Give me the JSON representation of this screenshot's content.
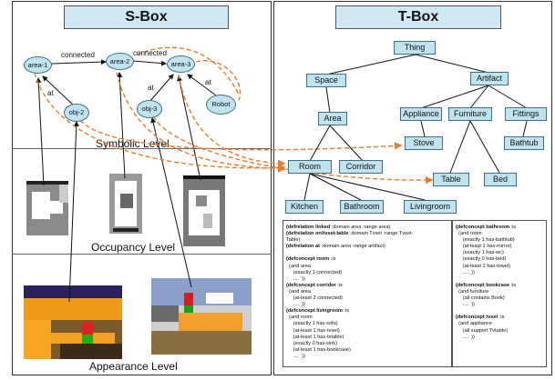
{
  "sbox": {
    "title": "S-Box",
    "levels": {
      "symbolic": "Symbolic Level",
      "occupancy": "Occupancy Level",
      "appearance": "Appearance Level"
    },
    "nodes": {
      "area1": "area-1",
      "area2": "area-2",
      "area3": "area-3",
      "obj2": "obj-2",
      "obj3": "obj-3",
      "robot": "Robot"
    },
    "edges": {
      "connected1": "connected",
      "connected2": "connected",
      "at1": "at",
      "at2": "at",
      "at3": "at"
    }
  },
  "tbox": {
    "title": "T-Box",
    "nodes": {
      "thing": "Thing",
      "space": "Space",
      "artifact": "Artifact",
      "area": "Area",
      "appliance": "Appliance",
      "furniture": "Furniture",
      "fittings": "Fittings",
      "stove": "Stove",
      "bathtub": "Bathtub",
      "room": "Room",
      "corridor": "Corridor",
      "table": "Table",
      "bed": "Bed",
      "kitchen": "Kitchen",
      "bathroom": "Bathroom",
      "livingroom": "Livingroom"
    },
    "code_left": [
      [
        {
          "b": "(defrelation linked"
        },
        {
          "t": " :domain area :range area)"
        }
      ],
      [
        {
          "b": "(defrelation on/tvset-table"
        },
        {
          "t": " :domain Tvset :range Tvset-"
        }
      ],
      [
        {
          "t": "Table)"
        }
      ],
      [
        {
          "b": "(defrelation at"
        },
        {
          "t": " :domain area :range artifact)"
        }
      ],
      [
        {
          "t": ""
        }
      ],
      [
        {
          "b": "(defconcept room"
        },
        {
          "t": " :is"
        }
      ],
      [
        {
          "t": "  (and area"
        }
      ],
      [
        {
          "t": "     (exactly 1 connected)"
        }
      ],
      [
        {
          "t": "     ....  ))"
        }
      ],
      [
        {
          "b": "(defconcept corridor"
        },
        {
          "t": " :is"
        }
      ],
      [
        {
          "t": "  (and area"
        }
      ],
      [
        {
          "t": "     (at-least 2 connected)"
        }
      ],
      [
        {
          "t": "     ....  ))"
        }
      ],
      [
        {
          "b": "(defconcept livingroom"
        },
        {
          "t": " :is"
        }
      ],
      [
        {
          "t": "  (and room"
        }
      ],
      [
        {
          "t": "     (exactly 1 has-sofa)"
        }
      ],
      [
        {
          "t": "     (at-least 1 has-tvset)"
        }
      ],
      [
        {
          "t": "     (at-least 1 has-tvtable)"
        }
      ],
      [
        {
          "t": "     (exactly 0 has-sink)"
        }
      ],
      [
        {
          "t": "     (at-least 1 has-bookcase)"
        }
      ],
      [
        {
          "t": "     ....  ))"
        }
      ]
    ],
    "code_right": [
      [
        {
          "b": "(defconcept bathroom"
        },
        {
          "t": " :is"
        }
      ],
      [
        {
          "t": "  (and room"
        }
      ],
      [
        {
          "t": "     (exactly 1 has-bathtub)"
        }
      ],
      [
        {
          "t": "     (at-least 1 has-mirror)"
        }
      ],
      [
        {
          "t": "     (exactly 1 has-wc)"
        }
      ],
      [
        {
          "t": "     (exactly 0 has-bed)"
        }
      ],
      [
        {
          "t": "     (at-least 1 has-towel)"
        }
      ],
      [
        {
          "t": "     ....  ))"
        }
      ],
      [
        {
          "t": ""
        }
      ],
      [
        {
          "b": "(defconcept bookcase"
        },
        {
          "t": " :is"
        }
      ],
      [
        {
          "t": "  (and furniture"
        }
      ],
      [
        {
          "t": "     (all contains Book)"
        }
      ],
      [
        {
          "t": "     ....  ))"
        }
      ],
      [
        {
          "t": ""
        }
      ],
      [
        {
          "b": "(defconcept tvset"
        },
        {
          "t": " :is"
        }
      ],
      [
        {
          "t": "  (and appliance"
        }
      ],
      [
        {
          "t": "     (all support Tvtable)"
        }
      ],
      [
        {
          "t": "     ....  ))"
        }
      ]
    ]
  },
  "colors": {
    "node_fill": "#bfe3ef",
    "title_fill": "#cfe8f3",
    "dashed_link": "#f07a2a"
  }
}
